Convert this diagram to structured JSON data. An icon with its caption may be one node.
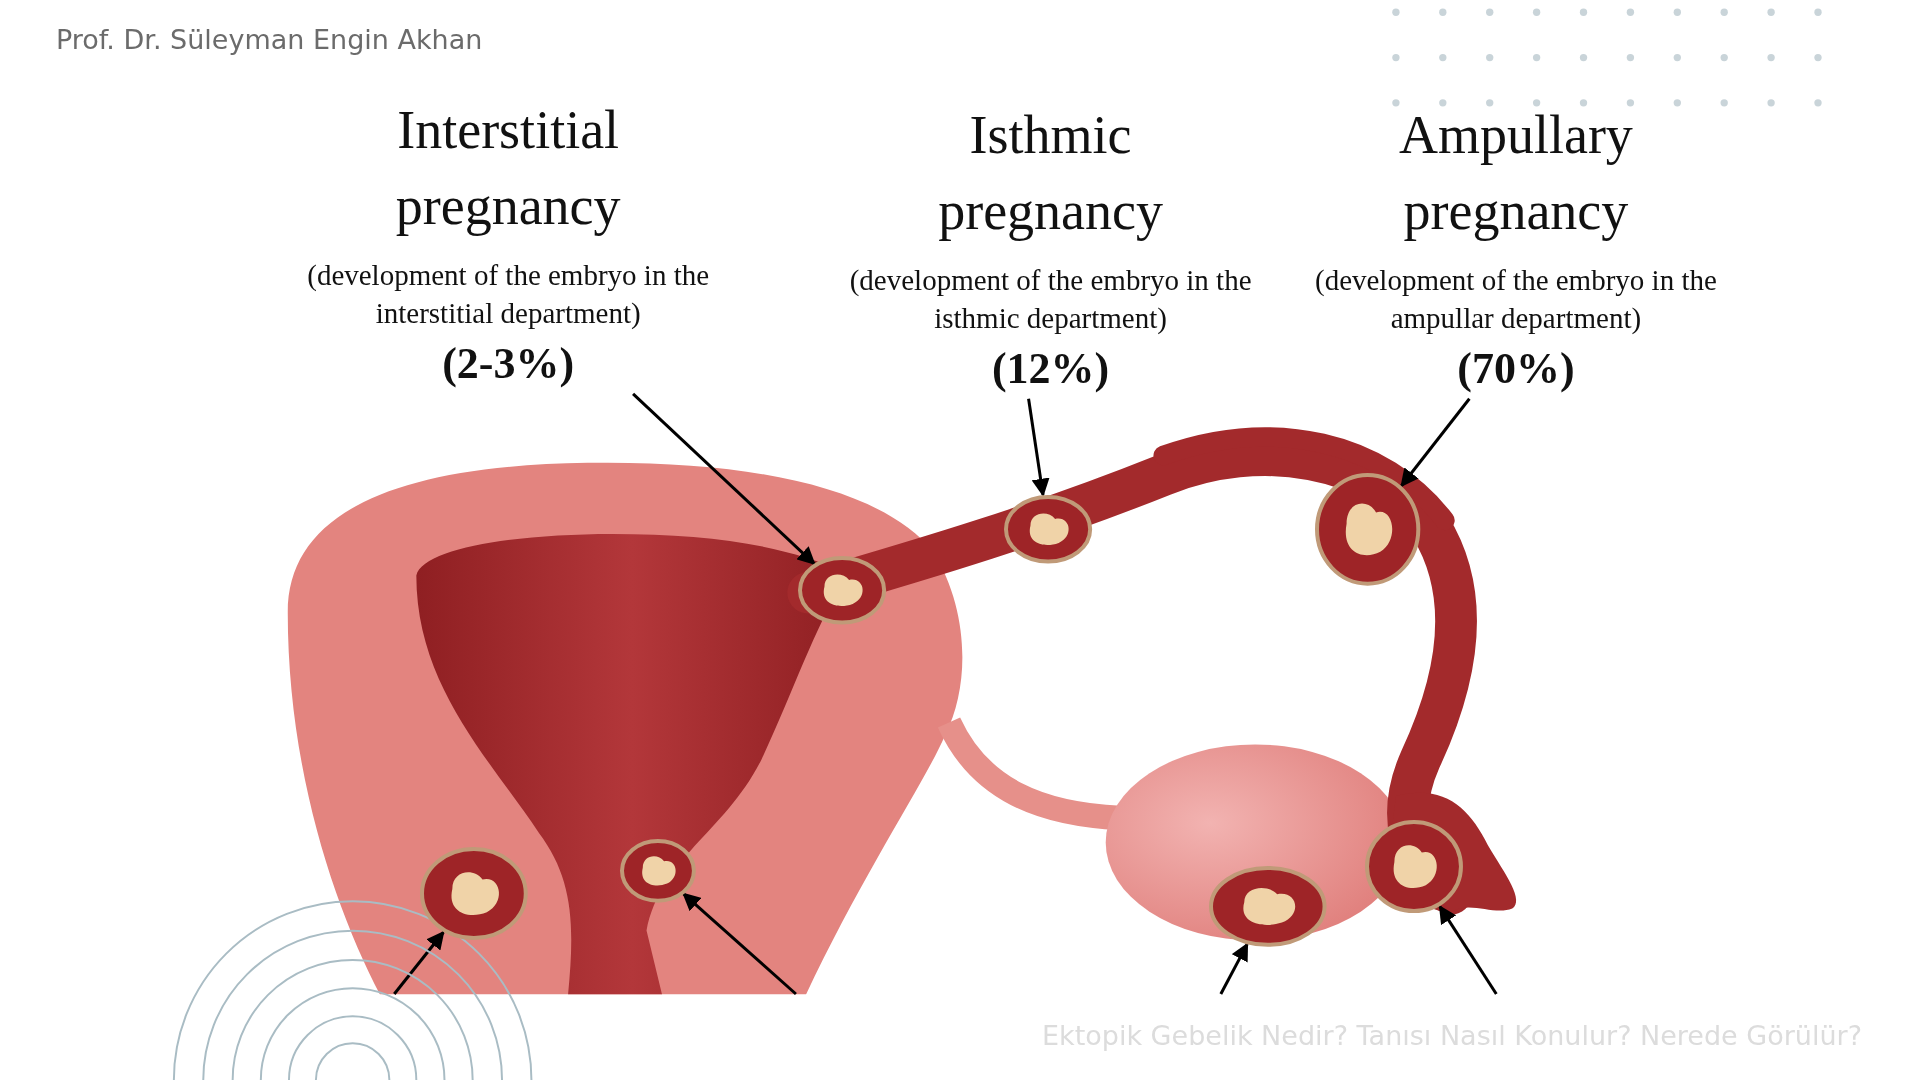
{
  "diagram": {
    "nodes": [
      {
        "text": [
          "Interstitial pregnancy",
          "(development of the embryo in the interstitial department)",
          "(2-3%)"
        ]
      },
      {
        "text": [
          "Isthmic pregnancy",
          "(development of the embryo in the isthmic department)",
          "(12%)"
        ]
      },
      {
        "text": [
          "Ampullary pregnancy",
          "(development of the embryo in the ampullar department)",
          "(70%)"
        ]
      },
      {
        "text": [],
        "shape": "picture"
      },
      {
        "text": [],
        "shape": "picture"
      },
      {
        "text": [],
        "shape": "picture"
      },
      {
        "text": [],
        "shape": "picture"
      },
      {
        "text": [],
        "shape": "picture"
      },
      {
        "text": [],
        "shape": "picture"
      },
      {
        "text": [],
        "shape": "picture"
      }
    ],
    "edges": [
      {
        "from": 0,
        "to": 5,
        "arrow": "to"
      },
      {
        "from": 1,
        "to": 6,
        "arrow": "to"
      },
      {
        "from": 2,
        "to": 8,
        "arrow": "to"
      },
      {
        "from": null,
        "to": 3,
        "arrow": "to"
      },
      {
        "from": null,
        "to": 4,
        "arrow": "to"
      },
      {
        "from": null,
        "to": 7,
        "arrow": "to"
      },
      {
        "from": null,
        "to": 9,
        "arrow": "to"
      }
    ],
    "labels": [
      "Prof. Dr. Süleyman Engin Akhan",
      "Ektopik Gebelik Nedir? Tanısı Nasıl Konulur? Nerede Görülür?"
    ]
  }
}
